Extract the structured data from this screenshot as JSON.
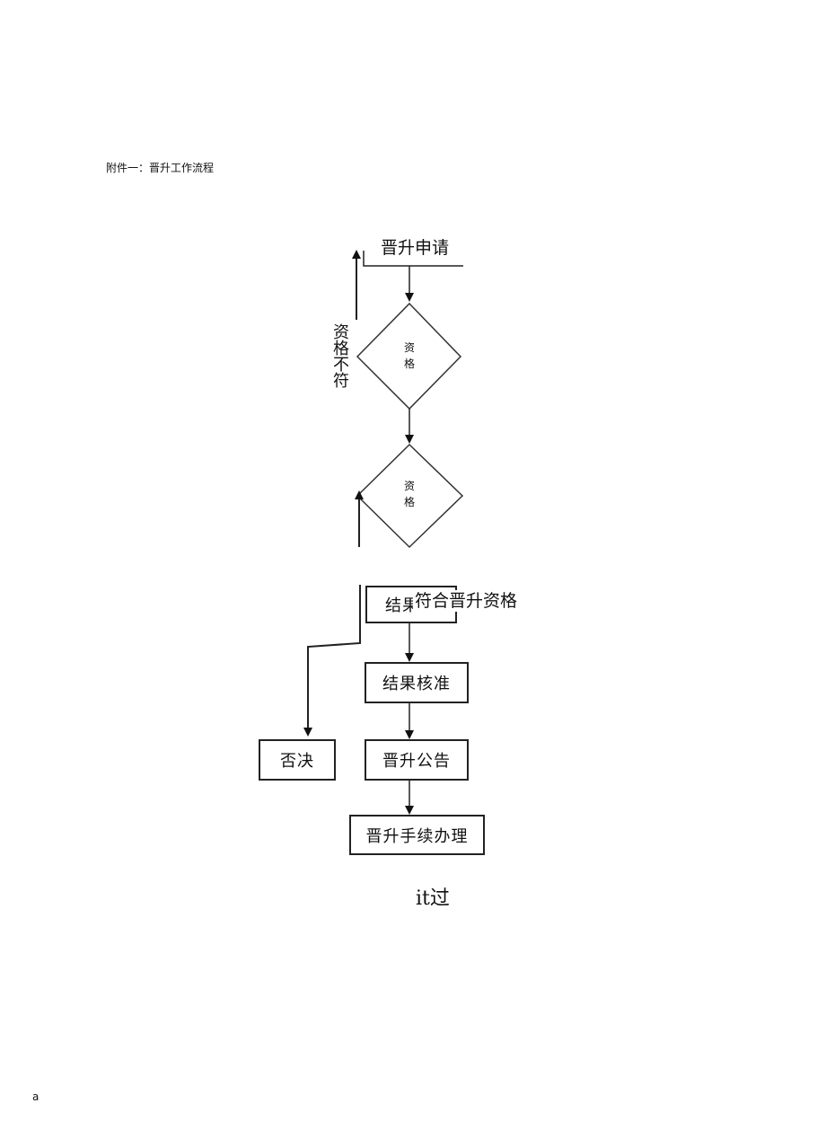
{
  "attachment_title": "附件一：晋升工作流程",
  "flowchart": {
    "start_label": "晋升申请",
    "diamond_1_label": "资格",
    "diamond_2_label": "资格",
    "reject_side_label": "资格不符",
    "pass_label": "符合晋升资格",
    "result_box_label": "结果",
    "approve_box_label": "结果核准",
    "reject_box_label": "否决",
    "announce_box_label": "晋升公告",
    "procedure_box_label": "晋升手续办理"
  },
  "bottom_text": "it过",
  "corner_text": "a"
}
